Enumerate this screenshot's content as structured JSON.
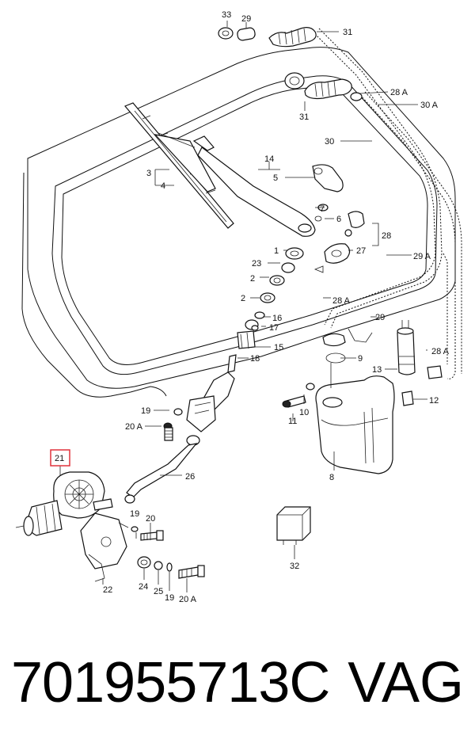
{
  "labels": {
    "l33": "33",
    "l29a": "29",
    "l31a": "31",
    "l31b": "31",
    "l28A_a": "28 A",
    "l30A_a": "30 A",
    "l30": "30",
    "l3": "3",
    "l4": "4",
    "l14": "14",
    "l5": "5",
    "l7": "7",
    "l6": "6",
    "l28": "28",
    "l1": "1",
    "l27": "27",
    "l29A": "29 A",
    "l23": "23",
    "l2a": "2",
    "l2b": "2",
    "l28A_b": "28 A",
    "l16": "16",
    "l17": "17",
    "l15": "15",
    "l29b": "29",
    "l18": "18",
    "l9": "9",
    "l28A_c": "28 A",
    "l13": "13",
    "l10": "10",
    "l12": "12",
    "l19a": "19",
    "l11": "11",
    "l20A_a": "20 A",
    "l21": "21",
    "l26": "26",
    "l8": "8",
    "l19b": "19",
    "l20": "20",
    "l32": "32",
    "l22": "22",
    "l24": "24",
    "l25": "25",
    "l19c": "19",
    "l20A_b": "20 A"
  },
  "highlight_color": "#e0323c",
  "footer": {
    "part_number": "701955713C",
    "brand": "VAG"
  }
}
